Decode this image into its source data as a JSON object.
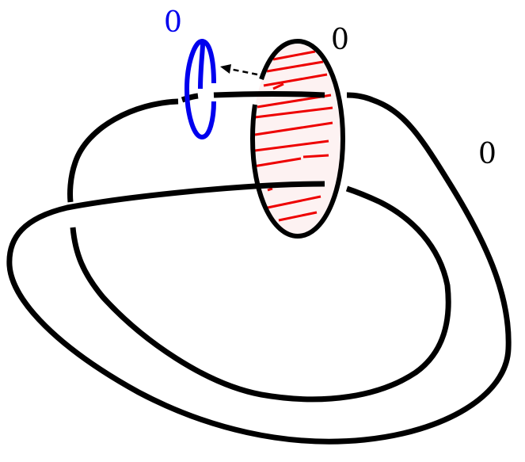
{
  "labels": {
    "blue_component_framing": "0",
    "disk_boundary_framing": "0",
    "knot_framing": "0"
  },
  "colors": {
    "knot": "#000000",
    "blue_circle": "#0000ee",
    "disk_hatching": "#ee0000",
    "disk_fill": "#fdf2f2",
    "arrow": "#000000",
    "background": "#ffffff"
  }
}
